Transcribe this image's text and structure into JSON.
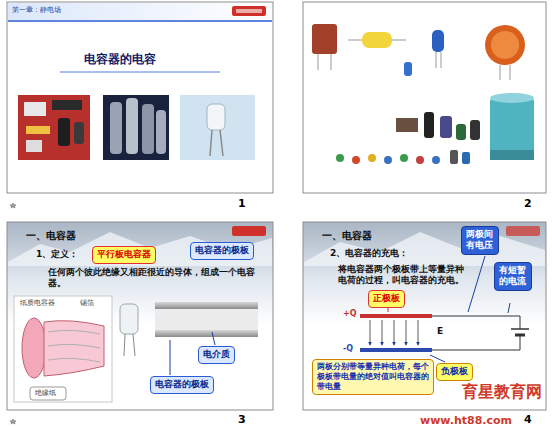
{
  "diagram": {
    "nodes": [
      {
        "text": [
          "平行板电容器"
        ]
      },
      {
        "text": [
          "电容器的极板"
        ]
      },
      {
        "text": [
          "电介质"
        ]
      },
      {
        "text": [
          "电容器的极板"
        ]
      },
      {
        "text": [
          "两极间有电压"
        ]
      },
      {
        "text": [
          "正极板"
        ]
      },
      {
        "text": [
          "有短暂的电流"
        ]
      },
      {
        "text": [
          "两板分别带等量异种电荷，每个极板带电量的绝对值叫电容器的带电量"
        ]
      },
      {
        "text": [
          "负极板"
        ]
      }
    ],
    "labels": [
      "第一章：静电场",
      "电容器的电容",
      "1",
      "2",
      "一、电容器",
      "1、定义：",
      "任何两个彼此绝缘又相距很近的导体，组成一个电容器。",
      "纸质电容器",
      "锡箔",
      "绝缘纸",
      "3",
      "一、电容器",
      "2、电容器的充电：",
      "将电容器两个极板带上等量异种电荷的过程，叫电容器的充电。",
      "+Q",
      "-Q",
      "E",
      "4",
      "育星教育网",
      "www.ht88.com"
    ]
  }
}
